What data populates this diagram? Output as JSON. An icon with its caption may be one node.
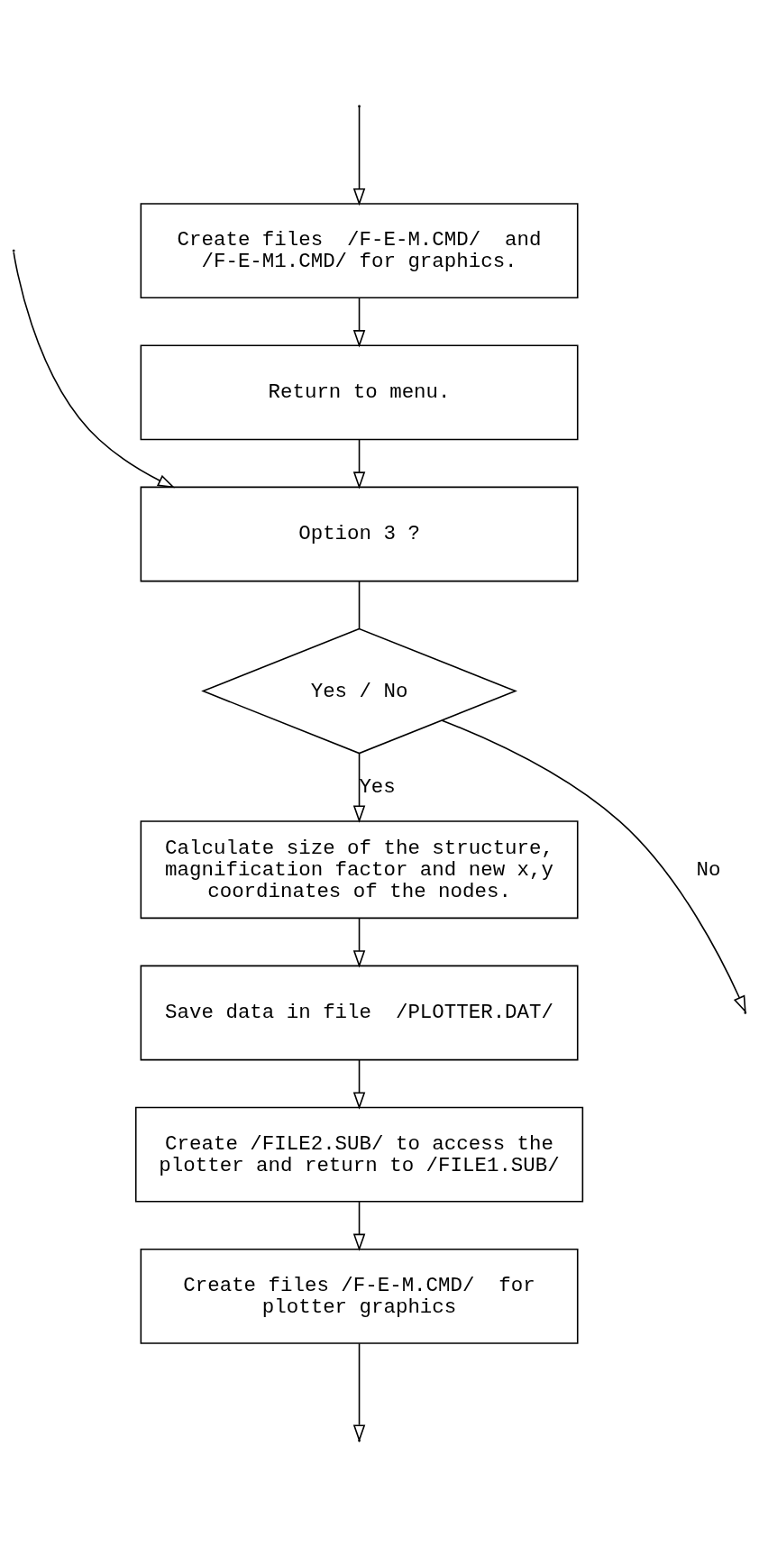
{
  "diagram": {
    "nodes": [
      {
        "text": [
          "Create files  /F-E-M.CMD/  and /F-E-M1.CMD/ for graphics."
        ]
      },
      {
        "text": [
          "Return to menu."
        ]
      },
      {
        "text": [
          "Option 3 ?"
        ]
      },
      {
        "text": [
          "Yes / No"
        ]
      },
      {
        "text": [
          "Calculate size of the structure, magnification factor and new x,y coordinates of the nodes."
        ]
      },
      {
        "text": [
          "Save data in file  /PLOTTER.DAT/"
        ]
      },
      {
        "text": [
          "Create /FILE2.SUB/ to access the plotter and return to /FILE1.SUB/"
        ]
      },
      {
        "text": [
          "Create files /F-E-M.CMD/  for plotter graphics"
        ]
      }
    ],
    "edges": [
      {
        "from": null,
        "to": 0,
        "arrow": "to"
      },
      {
        "from": 0,
        "to": 1,
        "arrow": "to"
      },
      {
        "from": 1,
        "to": 2,
        "arrow": "to"
      },
      {
        "from": null,
        "to": 2,
        "arrow": "to"
      },
      {
        "from": 2,
        "to": 3,
        "arrow": "none"
      },
      {
        "from": 3,
        "to": 4,
        "arrow": "to",
        "label": "Yes"
      },
      {
        "from": 3,
        "to": null,
        "arrow": "to",
        "label": "No"
      },
      {
        "from": 4,
        "to": 5,
        "arrow": "to"
      },
      {
        "from": 5,
        "to": 6,
        "arrow": "to"
      },
      {
        "from": 6,
        "to": 7,
        "arrow": "to"
      },
      {
        "from": 7,
        "to": null,
        "arrow": "to"
      }
    ]
  }
}
